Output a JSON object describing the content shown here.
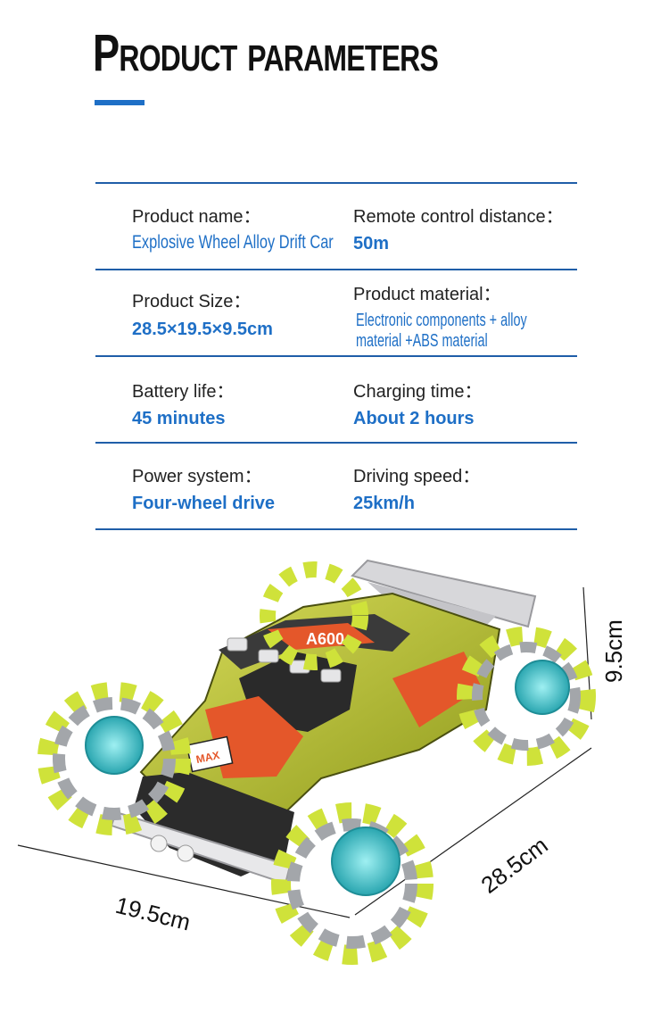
{
  "heading": {
    "title": "Product parameters"
  },
  "specs": [
    {
      "left_label": "Product name：",
      "left_value": "Explosive Wheel Alloy Drift Car",
      "right_label": "Remote control distance：",
      "right_value": "50m"
    },
    {
      "left_label": "Product Size：",
      "left_value": "28.5×19.5×9.5cm",
      "right_label": "Product material：",
      "right_value": "Electronic components + alloy material +ABS material"
    },
    {
      "left_label": "Battery life：",
      "left_value": "45 minutes",
      "right_label": "Charging time：",
      "right_value": "About 2 hours"
    },
    {
      "left_label": "Power system：",
      "left_value": "Four-wheel drive",
      "right_label": "Driving speed：",
      "right_value": "25km/h"
    }
  ],
  "dimensions": {
    "height": "9.5cm",
    "length": "28.5cm",
    "width": "19.5cm"
  },
  "car_decals": {
    "model": "A600",
    "badge": "MAX"
  },
  "colors": {
    "accent": "#1e6fc6",
    "rule": "#1f5ea8",
    "body_green": "#b9c22e",
    "wheel_lime": "#cfe23a",
    "hub_teal": "#4cc3c9",
    "decal_orange": "#e4572a"
  }
}
